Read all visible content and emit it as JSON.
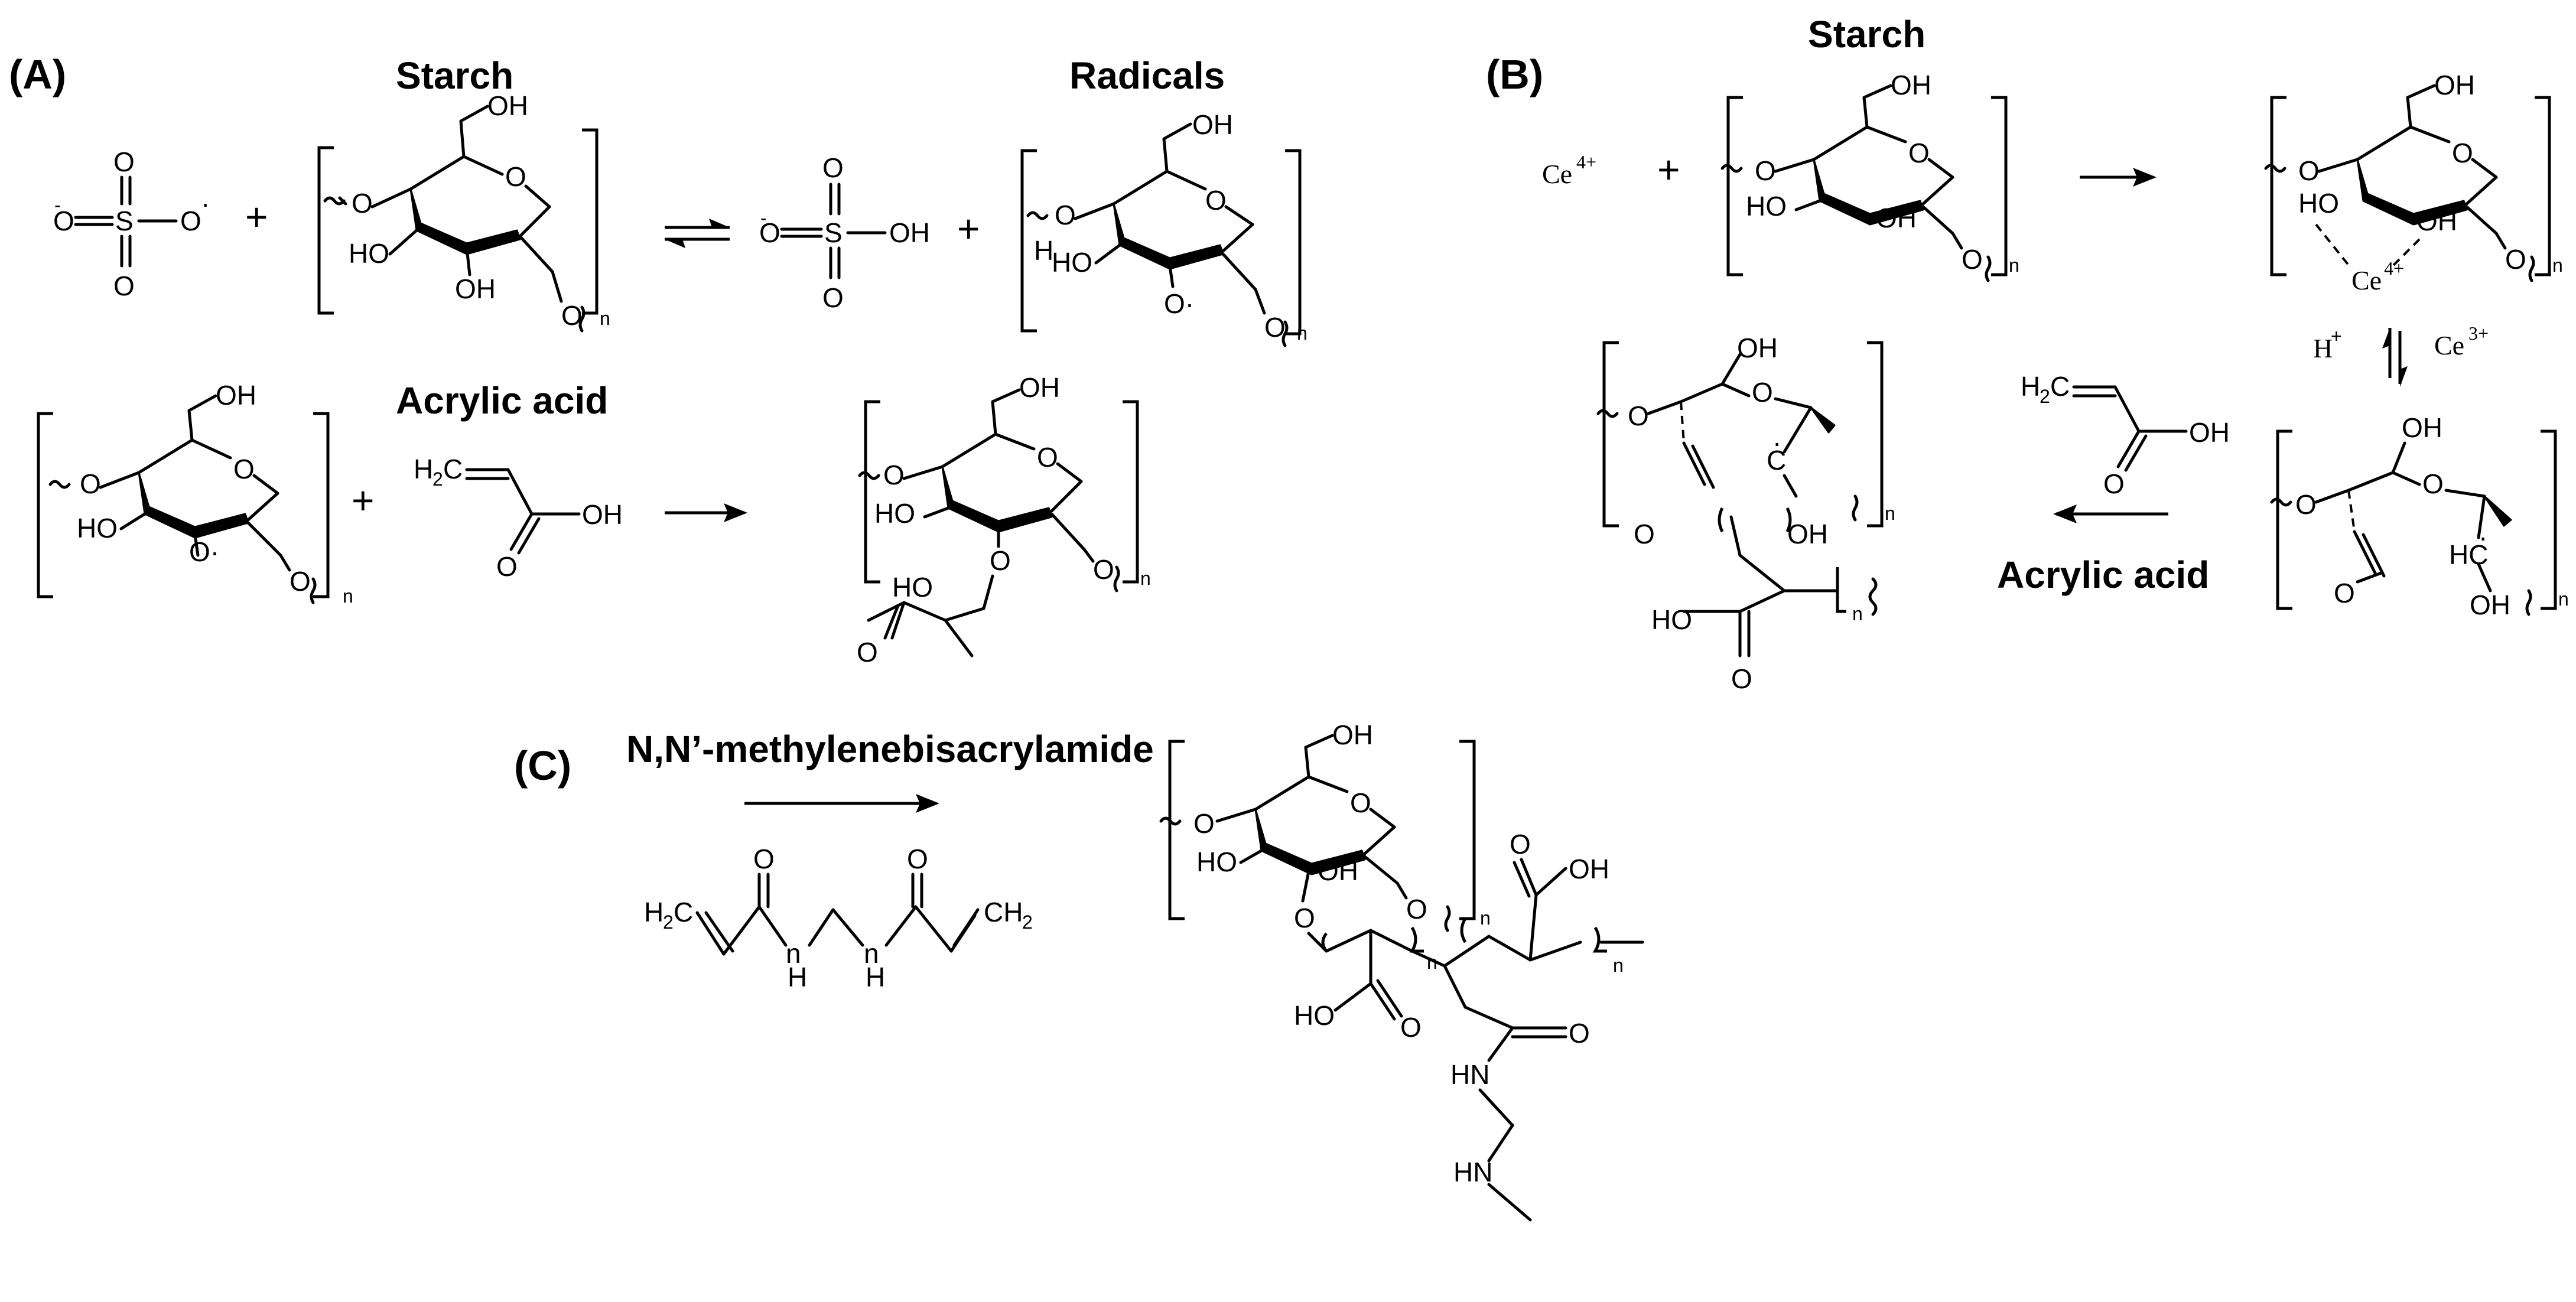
{
  "panels": {
    "a": {
      "label": "(A)",
      "title_starch": "Starch",
      "title_radicals": "Radicals",
      "title_acrylic": "Acrylic acid",
      "plus": "+",
      "persulfate": {
        "o": "O",
        "s": "S",
        "minus": "-",
        "dot": "·"
      },
      "bisulfate": {
        "oh": "OH"
      },
      "atoms": {
        "oh": "OH",
        "ho": "HO",
        "o": "O",
        "h": "H",
        "n": "n",
        "h2c": "H",
        "two": "2",
        "c": "C",
        "o_rad": "O·"
      }
    },
    "b": {
      "label": "(B)",
      "title_starch": "Starch",
      "title_acrylic": "Acrylic acid",
      "ce4": "Ce",
      "ce4_charge": "4+",
      "ce3": "Ce",
      "ce3_charge": "3+",
      "hplus": "H",
      "hplus_charge": "+",
      "plus": "+",
      "atoms": {
        "oh": "OH",
        "ho": "HO",
        "o": "O",
        "n": "n",
        "hc": "HC",
        "c": "C",
        "dot": "·",
        "h2c": "H",
        "two": "2",
        "c2": "C"
      }
    },
    "c": {
      "label": "(C)",
      "title_crosslinker": "N,N’-methylenebisacrylamide",
      "atoms": {
        "oh": "OH",
        "ho": "HO",
        "o": "O",
        "n": "n",
        "nh": "NH",
        "hn": "HN",
        "h": "H",
        "h2c": "H",
        "two": "2",
        "c": "C",
        "ch": "CH"
      }
    }
  }
}
